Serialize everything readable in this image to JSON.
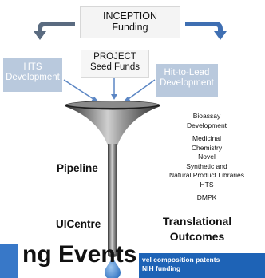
{
  "inception": {
    "line1": "INCEPTION",
    "line2": "Funding"
  },
  "project": {
    "line1": "PROJECT",
    "line2": "Seed Funds"
  },
  "hts_development": {
    "line1": "HTS",
    "line2": "Development"
  },
  "hit_to_lead": {
    "line1": "Hit-to-Lead",
    "line2": "Development"
  },
  "activities": [
    "Bioassay",
    "Development",
    "Medicinal",
    "Chemistry",
    "Novel",
    "Synthetic and",
    "Natural Product Libraries",
    "HTS",
    "DMPK"
  ],
  "pipeline_label": "Pipeline",
  "uicentre_label": "UICentre",
  "outcomes": {
    "line1": "Translational",
    "line2": "Outcomes"
  },
  "events_text": "ng Events",
  "outcome_items": [
    "vel composition patents",
    "NIH funding"
  ],
  "colors": {
    "funnel_dark": "#3a3a3a",
    "funnel_light": "#b8b8b8",
    "arrow_blue": "#3f6fb2",
    "arrow_gray": "#5a6b80",
    "box_blue": "#b9c9dd",
    "drop_blue": "#4a8fd6",
    "panel_blue": "#1e63b6"
  },
  "icons": [
    "curved-left-arrow-icon",
    "curved-right-arrow-icon",
    "down-arrow-icon",
    "funnel-icon",
    "drop-icon"
  ]
}
